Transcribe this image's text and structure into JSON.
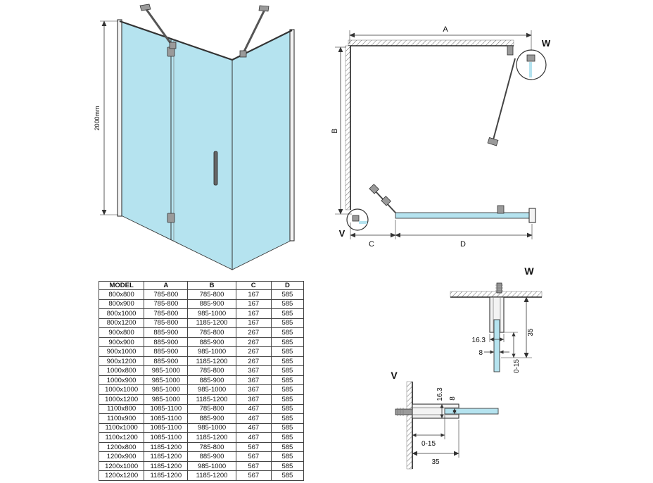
{
  "page": {
    "background": "#ffffff"
  },
  "colors": {
    "glass": "#b5e3ef",
    "line": "#333333"
  },
  "front_view": {
    "height_label": "2000mm"
  },
  "plan_view": {
    "label_a": "A",
    "label_b": "B",
    "label_c": "C",
    "label_d": "D",
    "label_w": "W",
    "label_v": "V"
  },
  "detail_w": {
    "title": "W",
    "dim_profile": "16.3",
    "dim_glass": "8",
    "dim_adjust": "0-15",
    "dim_total": "35"
  },
  "detail_v": {
    "title": "V",
    "dim_profile": "16.3",
    "dim_glass": "8",
    "dim_adjust": "0-15",
    "dim_total": "35"
  },
  "table": {
    "headers": [
      "MODEL",
      "A",
      "B",
      "C",
      "D"
    ],
    "rows": [
      [
        "800x800",
        "785-800",
        "785-800",
        "167",
        "585"
      ],
      [
        "800x900",
        "785-800",
        "885-900",
        "167",
        "585"
      ],
      [
        "800x1000",
        "785-800",
        "985-1000",
        "167",
        "585"
      ],
      [
        "800x1200",
        "785-800",
        "1185-1200",
        "167",
        "585"
      ],
      [
        "900x800",
        "885-900",
        "785-800",
        "267",
        "585"
      ],
      [
        "900x900",
        "885-900",
        "885-900",
        "267",
        "585"
      ],
      [
        "900x1000",
        "885-900",
        "985-1000",
        "267",
        "585"
      ],
      [
        "900x1200",
        "885-900",
        "1185-1200",
        "267",
        "585"
      ],
      [
        "1000x800",
        "985-1000",
        "785-800",
        "367",
        "585"
      ],
      [
        "1000x900",
        "985-1000",
        "885-900",
        "367",
        "585"
      ],
      [
        "1000x1000",
        "985-1000",
        "985-1000",
        "367",
        "585"
      ],
      [
        "1000x1200",
        "985-1000",
        "1185-1200",
        "367",
        "585"
      ],
      [
        "1100x800",
        "1085-1100",
        "785-800",
        "467",
        "585"
      ],
      [
        "1100x900",
        "1085-1100",
        "885-900",
        "467",
        "585"
      ],
      [
        "1100x1000",
        "1085-1100",
        "985-1000",
        "467",
        "585"
      ],
      [
        "1100x1200",
        "1085-1100",
        "1185-1200",
        "467",
        "585"
      ],
      [
        "1200x800",
        "1185-1200",
        "785-800",
        "567",
        "585"
      ],
      [
        "1200x900",
        "1185-1200",
        "885-900",
        "567",
        "585"
      ],
      [
        "1200x1000",
        "1185-1200",
        "985-1000",
        "567",
        "585"
      ],
      [
        "1200x1200",
        "1185-1200",
        "1185-1200",
        "567",
        "585"
      ]
    ]
  }
}
